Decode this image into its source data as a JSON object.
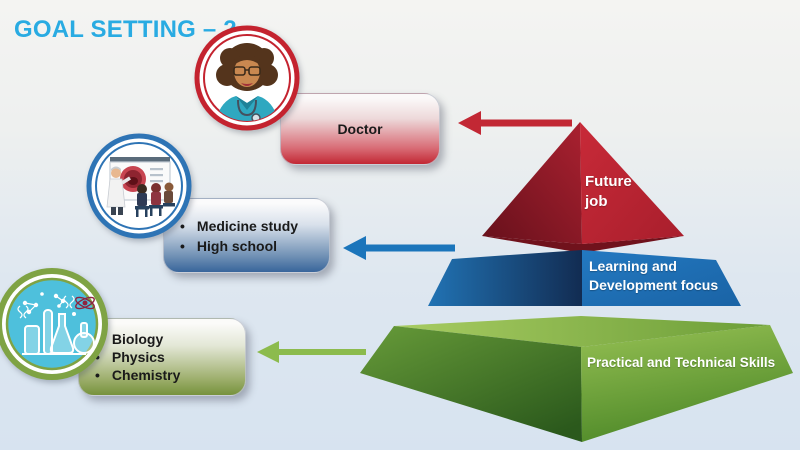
{
  "slide": {
    "title": "GOAL SETTING – 2"
  },
  "theme": {
    "title_color": "#29ABE2",
    "red_accent": "#C22834",
    "blue_accent": "#1E71B8",
    "green_accent": "#76923C",
    "background_top": "#F4F4F2",
    "background_bottom": "#D7E3F0"
  },
  "callouts": [
    {
      "id": "doctor",
      "icon": "doctor-avatar-icon",
      "items": [
        "Doctor"
      ]
    },
    {
      "id": "education",
      "icon": "classroom-icon",
      "items": [
        "Medicine study",
        "High school"
      ]
    },
    {
      "id": "subjects",
      "icon": "science-lab-icon",
      "items": [
        "Biology",
        "Physics",
        "Chemistry"
      ]
    }
  ],
  "pyramid": {
    "levels": [
      {
        "id": "top",
        "label": "Future\njob"
      },
      {
        "id": "middle",
        "label": "Learning and\nDevelopment focus"
      },
      {
        "id": "bottom",
        "label": "Practical and Technical Skills"
      }
    ]
  }
}
